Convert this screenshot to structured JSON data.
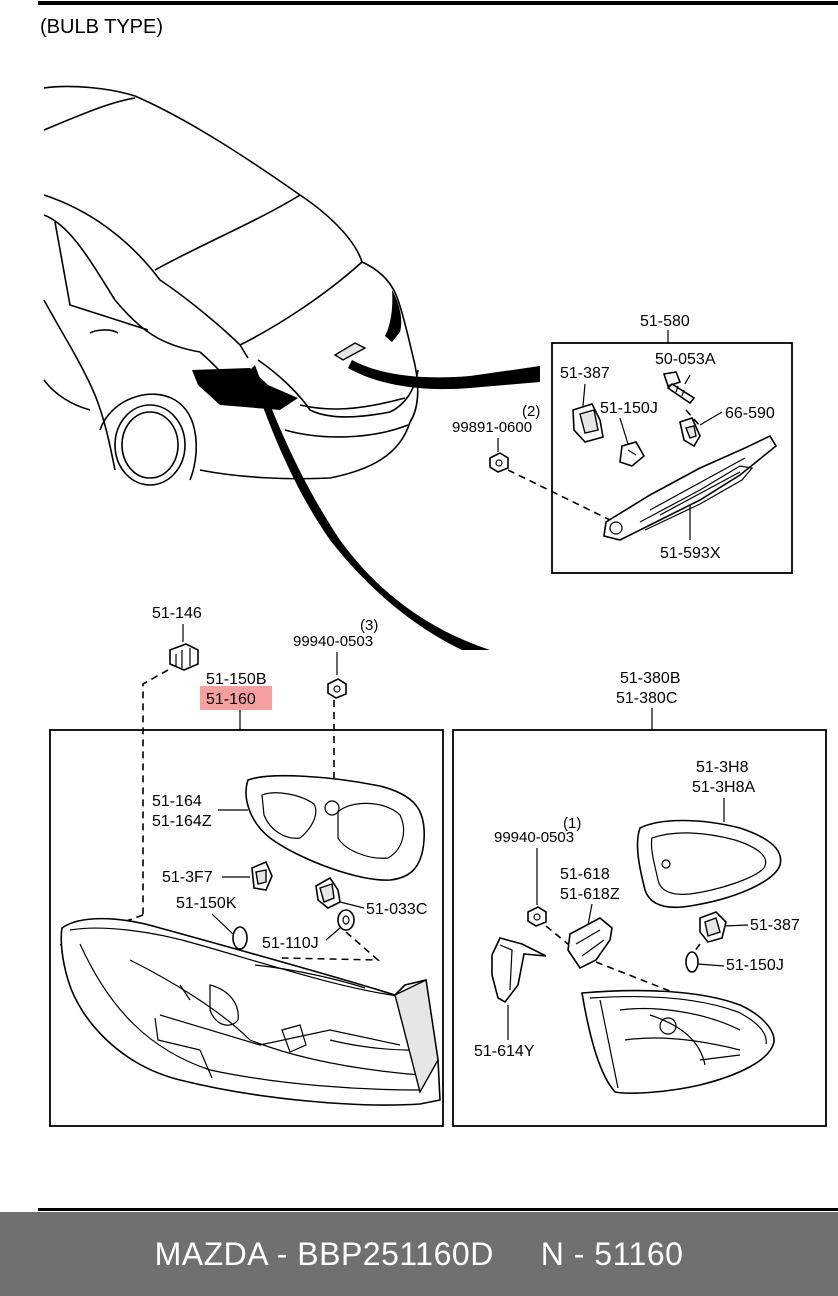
{
  "header": {
    "title": "(BULB TYPE)"
  },
  "labels": {
    "l_51_580": "51-580",
    "l_50_053A": "50-053A",
    "l_51_387_top": "51-387",
    "l_51_150J_top": "51-150J",
    "l_66_590": "66-590",
    "l_qty2": "(2)",
    "l_99891_0600": "99891-0600",
    "l_51_593X": "51-593X",
    "l_51_146": "51-146",
    "l_qty3": "(3)",
    "l_99940_0503_a": "99940-0503",
    "l_51_150B": "51-150B",
    "l_51_160": "51-160",
    "l_51_380B": "51-380B",
    "l_51_380C": "51-380C",
    "l_51_164": "51-164",
    "l_51_164Z": "51-164Z",
    "l_51_3F7": "51-3F7",
    "l_51_150K": "51-150K",
    "l_51_033C": "51-033C",
    "l_51_110J": "51-110J",
    "l_51_3H8": "51-3H8",
    "l_51_3H8A": "51-3H8A",
    "l_qty1": "(1)",
    "l_99940_0503_b": "99940-0503",
    "l_51_618": "51-618",
    "l_51_618Z": "51-618Z",
    "l_51_387_bot": "51-387",
    "l_51_150J_bot": "51-150J",
    "l_51_614Y": "51-614Y"
  },
  "highlight": {
    "part": "51-160",
    "color": "#f08080"
  },
  "footer": {
    "brand_part": "MAZDA - BBP251160D",
    "number": "N - 51160",
    "background": "#707070",
    "text_color": "#ffffff"
  }
}
